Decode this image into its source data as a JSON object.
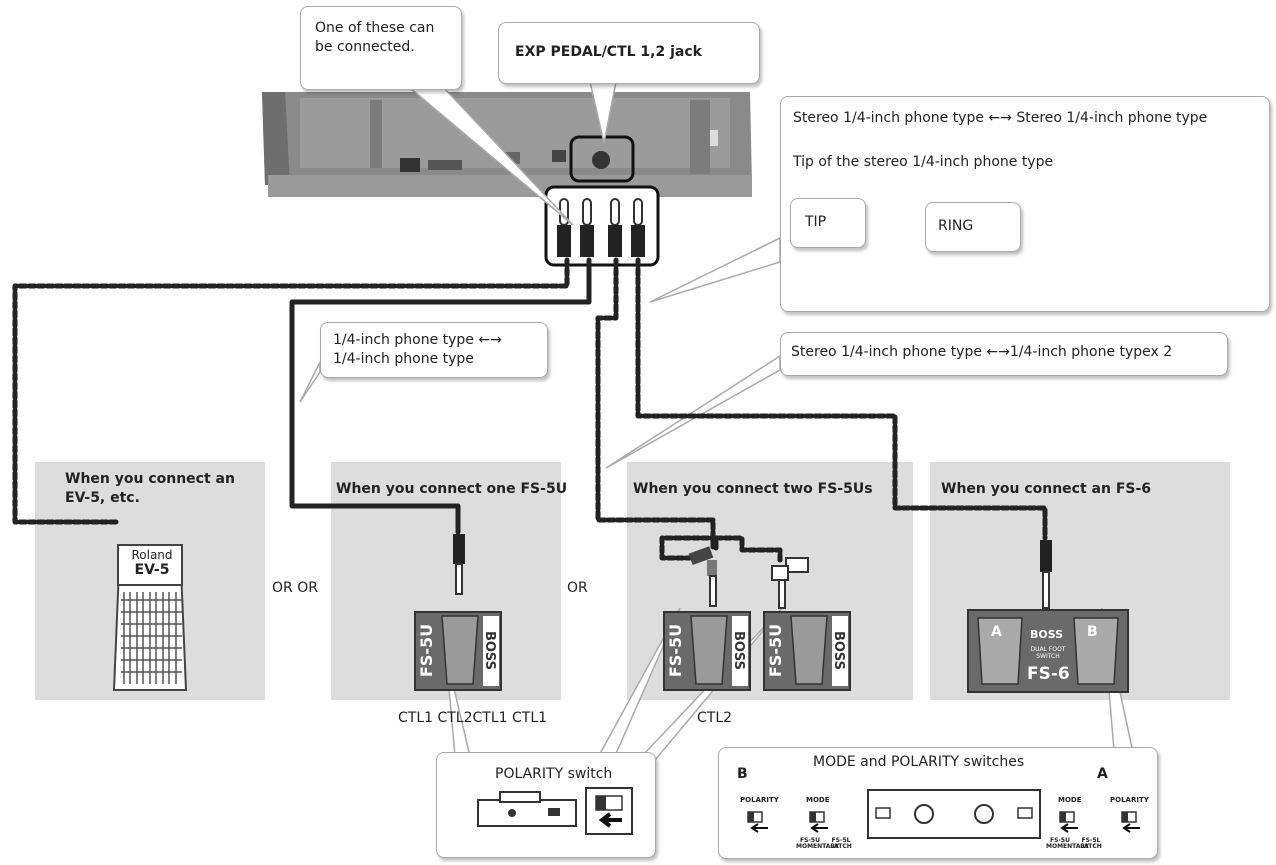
{
  "callouts": {
    "one_of_these": "One of these can be connected.",
    "exp_pedal_jack": "EXP PEDAL/CTL 1,2 jack",
    "stereo_to_stereo": "Stereo 1/4-inch phone type ←→ Stereo 1/4-inch phone type",
    "tip_of_stereo": "Tip of the stereo 1/4-inch phone type",
    "tip": "TIP",
    "ring": "RING",
    "mono_to_mono_line1": "1/4-inch phone type ←→",
    "mono_to_mono_line2": "1/4-inch phone type",
    "stereo_to_mono_x2": "Stereo 1/4-inch phone type ←→1/4-inch phone typex 2",
    "polarity_switch": "POLARITY switch",
    "mode_polarity_switches": "MODE and POLARITY switches"
  },
  "panels": {
    "ev5": "When you connect an EV-5, etc.",
    "one_fs5u": "When you connect one FS-5U",
    "two_fs5u": "When you connect two FS-5Us",
    "fs6": "When you connect an FS-6"
  },
  "devices": {
    "roland": "Roland",
    "ev5": "EV-5",
    "fs5u": "FS-5U",
    "boss": "BOSS",
    "fs6": "FS-6",
    "fs6_a": "A",
    "fs6_b": "B",
    "dual_footswitch": "DUAL FOOT SWITCH"
  },
  "labels": {
    "or_or": "OR OR",
    "or": "OR",
    "ctl_row": "CTL1 CTL2CTL1 CTL1",
    "ctl2": "CTL2"
  },
  "switch_panel": {
    "b": "B",
    "a": "A",
    "polarity": "POLARITY",
    "mode": "MODE",
    "fs5u_momentary": "FS-5U MOMENTARY",
    "fs5l_latch": "FS-5L LATCH"
  },
  "colors": {
    "panel_bg": "#dddddd",
    "cable": "#2a2a2a",
    "device_body": "#707070"
  }
}
